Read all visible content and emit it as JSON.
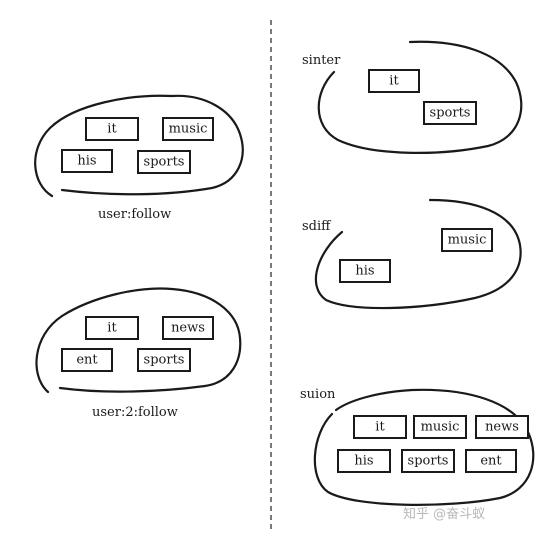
{
  "sets": [
    {
      "id": "user-follow",
      "label": "user:follow",
      "tags": [
        "it",
        "music",
        "his",
        "sports"
      ]
    },
    {
      "id": "user-2-follow",
      "label": "user:2:follow",
      "tags": [
        "it",
        "news",
        "ent",
        "sports"
      ]
    },
    {
      "id": "sinter",
      "label": "sinter",
      "tags": [
        "it",
        "sports"
      ]
    },
    {
      "id": "sdiff",
      "label": "sdiff",
      "tags": [
        "music",
        "his"
      ]
    },
    {
      "id": "suion",
      "label": "suion",
      "tags": [
        "it",
        "music",
        "news",
        "his",
        "sports",
        "ent"
      ]
    }
  ],
  "watermark": "知乎 @奋斗蚁"
}
